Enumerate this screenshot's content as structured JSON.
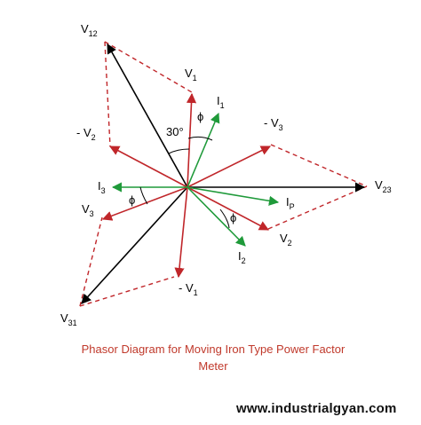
{
  "labels": {
    "v12": {
      "main": "V",
      "sub": "12"
    },
    "v1": {
      "main": "V",
      "sub": "1"
    },
    "i1": {
      "main": "I",
      "sub": "1"
    },
    "neg_v2": {
      "main": "- V",
      "sub": "2"
    },
    "angle30": {
      "main": "30°"
    },
    "phi_top": {
      "main": "ϕ"
    },
    "neg_v3": {
      "main": "- V",
      "sub": "3"
    },
    "i3": {
      "main": "I",
      "sub": "3"
    },
    "v23": {
      "main": "V",
      "sub": "23"
    },
    "phi_left": {
      "main": "ϕ"
    },
    "ip": {
      "main": "I",
      "sub": "P"
    },
    "v3": {
      "main": "V",
      "sub": "3"
    },
    "phi_right": {
      "main": "ϕ"
    },
    "v2": {
      "main": "V",
      "sub": "2"
    },
    "i2": {
      "main": "I",
      "sub": "2"
    },
    "neg_v1": {
      "main": "- V",
      "sub": "1"
    },
    "v31": {
      "main": "V",
      "sub": "31"
    }
  },
  "caption": {
    "line1": "Phasor Diagram for Moving Iron Type Power Factor",
    "line2": "Meter"
  },
  "website": "www.industrialgyan.com",
  "colors": {
    "red": "#c0262a",
    "green": "#1f9a3a",
    "black": "#000000",
    "caption": "#c0392b"
  }
}
